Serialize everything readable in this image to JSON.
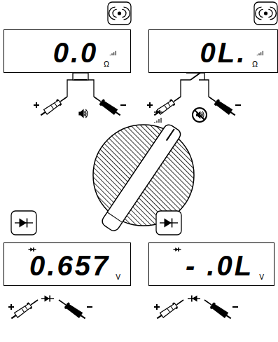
{
  "diagram": {
    "nodes": [
      {
        "text": [
          "0.0",
          "Ω"
        ]
      },
      {
        "text": [
          "0L.",
          "Ω"
        ]
      },
      {
        "text": [
          "0.657",
          "V"
        ]
      },
      {
        "text": [
          "- .0L",
          "V"
        ]
      }
    ]
  }
}
